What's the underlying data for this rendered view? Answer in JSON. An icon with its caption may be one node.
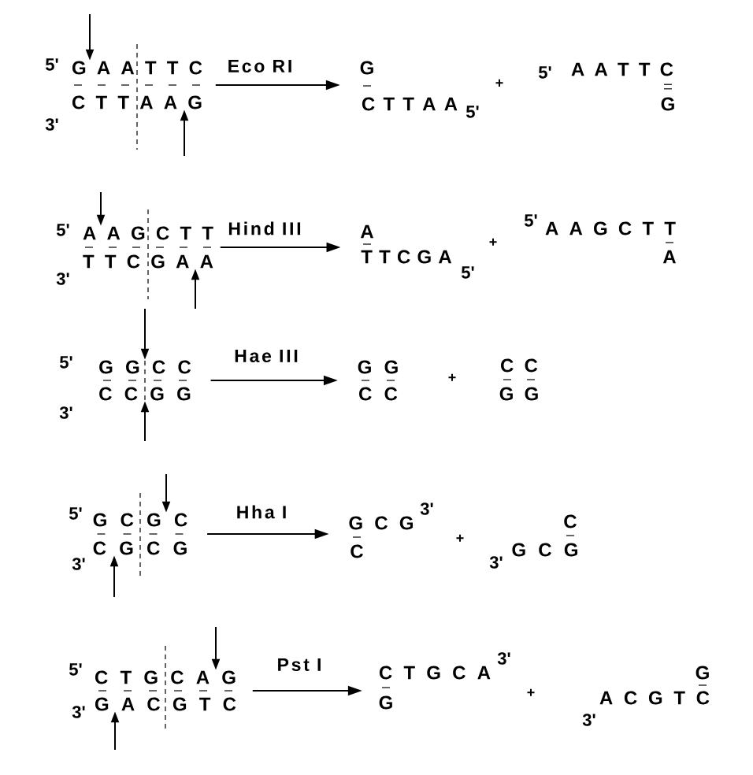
{
  "diagram": {
    "nodes": [
      {
        "text": [
          "5'",
          "G A A T T C",
          "C T T A A G",
          "3'"
        ]
      },
      {
        "text": [
          "G",
          "C T T A A",
          "5'"
        ]
      },
      {
        "text": [
          "5'",
          "A A T T C",
          "G"
        ]
      },
      {
        "text": [
          "5'",
          "A A G C T T",
          "T T C G A A",
          "3'"
        ]
      },
      {
        "text": [
          "A",
          "T T C G A",
          "5'"
        ]
      },
      {
        "text": [
          "5'",
          "A A G C T T",
          "A"
        ]
      },
      {
        "text": [
          "5'",
          "G G C C",
          "C C G G",
          "3'"
        ]
      },
      {
        "text": [
          "G G",
          "C C"
        ]
      },
      {
        "text": [
          "C C",
          "G G"
        ]
      },
      {
        "text": [
          "5'",
          "G C G C",
          "C G C G",
          "3'"
        ]
      },
      {
        "text": [
          "G C G",
          "3'",
          "C"
        ]
      },
      {
        "text": [
          "C",
          "3'",
          "G C G"
        ]
      },
      {
        "text": [
          "5'",
          "C T G C A G",
          "G A C G T C",
          "3'"
        ]
      },
      {
        "text": [
          "C T G C A",
          "3'",
          "G"
        ]
      },
      {
        "text": [
          "G",
          "3'",
          "A C G T C"
        ]
      }
    ],
    "edges": [
      {
        "from": null,
        "to": 0,
        "arrow": "to"
      },
      {
        "from": 0,
        "to": 1,
        "arrow": "to",
        "label": "Eco RI"
      },
      {
        "from": null,
        "to": 0,
        "arrow": "to"
      },
      {
        "from": null,
        "to": 3,
        "arrow": "to"
      },
      {
        "from": 3,
        "to": 4,
        "arrow": "to",
        "label": "Hind III"
      },
      {
        "from": null,
        "to": 3,
        "arrow": "to"
      },
      {
        "from": null,
        "to": 6,
        "arrow": "to"
      },
      {
        "from": 6,
        "to": 7,
        "arrow": "to",
        "label": "Hae III"
      },
      {
        "from": null,
        "to": 6,
        "arrow": "to"
      },
      {
        "from": null,
        "to": 9,
        "arrow": "to"
      },
      {
        "from": 9,
        "to": 10,
        "arrow": "to",
        "label": "Hha I"
      },
      {
        "from": null,
        "to": 9,
        "arrow": "to"
      },
      {
        "from": null,
        "to": 12,
        "arrow": "to"
      },
      {
        "from": 12,
        "to": 13,
        "arrow": "to",
        "label": "Pst I"
      },
      {
        "from": null,
        "to": 12,
        "arrow": "to"
      }
    ],
    "labels": [
      "+",
      "+",
      "+",
      "+",
      "+"
    ]
  }
}
